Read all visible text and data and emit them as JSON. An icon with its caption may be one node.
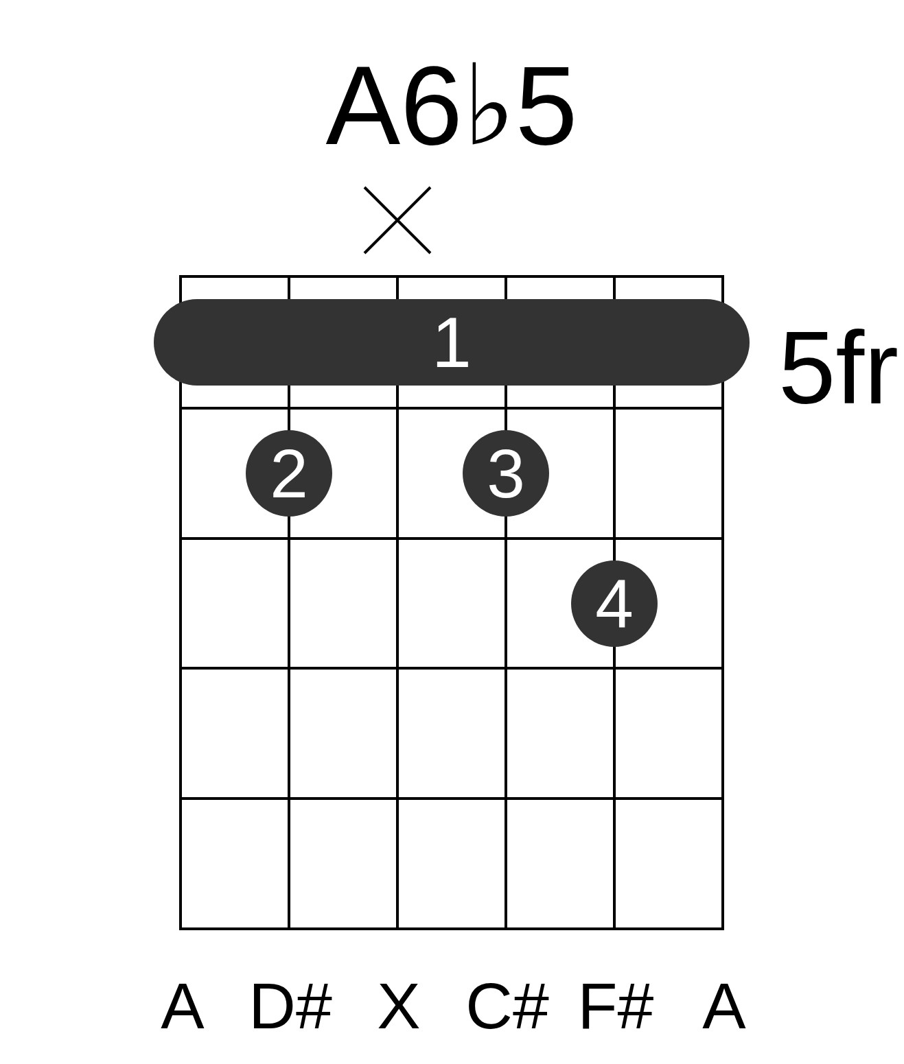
{
  "diagram": {
    "title": "A6♭5",
    "nodes": [
      {
        "text": [
          "1"
        ]
      },
      {
        "text": [
          "2"
        ]
      },
      {
        "text": [
          "3"
        ]
      },
      {
        "text": [
          "4"
        ]
      }
    ],
    "labels": [
      "5fr",
      "A",
      "D#",
      "X",
      "C#",
      "F#",
      "A"
    ]
  }
}
